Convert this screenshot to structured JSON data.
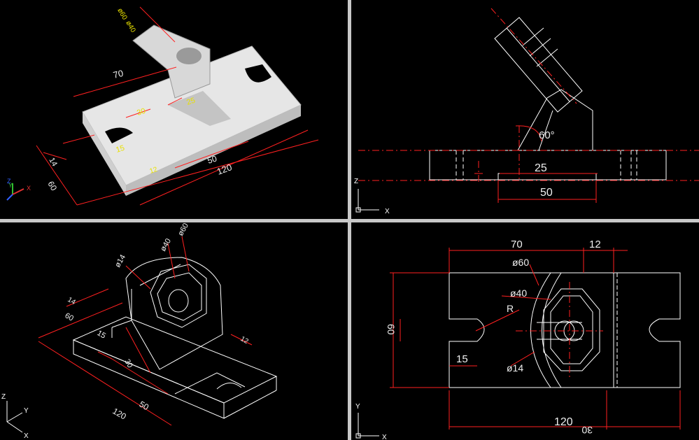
{
  "viewports": {
    "shaded_iso": {
      "dims": {
        "d70": "70",
        "d60": "60",
        "d14": "14",
        "d15": "15",
        "d50": "50",
        "d120": "120",
        "d30": "30",
        "d25": "25",
        "d12": "12",
        "phi60": "ø60",
        "phi40": "ø40"
      },
      "ucs": {
        "x": "X",
        "y": "Y",
        "z": "Z"
      }
    },
    "front": {
      "dims": {
        "angle": "60°",
        "d25": "25",
        "d50": "50"
      },
      "ucs": {
        "x": "X",
        "z": "Z"
      }
    },
    "wire_iso": {
      "dims": {
        "phi60": "ø60",
        "phi40": "ø40",
        "phi14": "ø14",
        "d14": "14",
        "d60": "60",
        "d15": "15",
        "d30": "30",
        "d50": "50",
        "d120": "120",
        "d12": "12"
      },
      "ucs": {
        "x": "X",
        "y": "Y",
        "z": "Z"
      }
    },
    "top": {
      "dims": {
        "d70": "70",
        "d12": "12",
        "phi60": "ø60",
        "phi40": "ø40",
        "R": "R",
        "d60": "60",
        "d15": "15",
        "phi14": "ø14",
        "d120": "120",
        "d30": "30"
      },
      "ucs": {
        "x": "X",
        "y": "Y"
      }
    }
  },
  "colors": {
    "dimension": "#ff2020",
    "geometry": "#ffffff",
    "text": "#f0f0f0",
    "accent_text": "#e8e000",
    "background": "#000000",
    "divider": "#c8c8c8"
  }
}
